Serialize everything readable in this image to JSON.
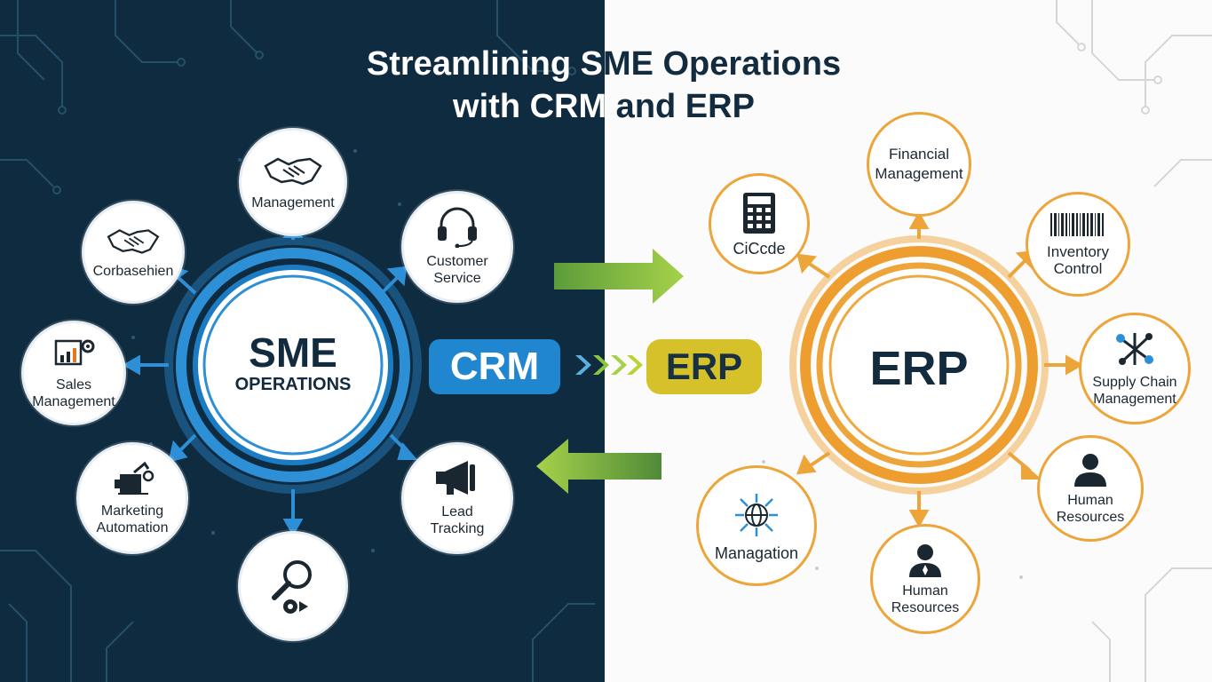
{
  "title": {
    "line1": "Streamlining SME Operations",
    "line2": "with CRM and ERP"
  },
  "crm_hub": {
    "title": "SME",
    "subtitle": "OPERATIONS"
  },
  "erp_hub": {
    "title": "ERP"
  },
  "crm_pill": "CRM",
  "erp_pill": "ERP",
  "crm_nodes": [
    {
      "label": "Management",
      "icon": "handshake-icon"
    },
    {
      "label": "Customer\nService",
      "icon": "headset-icon"
    },
    {
      "label": "Lead\nTracking",
      "icon": "megaphone-icon"
    },
    {
      "label": "",
      "icon": "magnifier-icon"
    },
    {
      "label": "Marketing\nAutomation",
      "icon": "marketing-icon"
    },
    {
      "label": "Sales\nManagement",
      "icon": "chart-icon"
    },
    {
      "label": "Corbasehien",
      "icon": "handshake-icon"
    }
  ],
  "erp_nodes": [
    {
      "label": "Financial\nManagement",
      "icon": ""
    },
    {
      "label": "Inventory\nControl",
      "icon": "barcode-icon"
    },
    {
      "label": "Supply Chain\nManagement",
      "icon": "network-icon"
    },
    {
      "label": "Human Resources",
      "icon": "person-icon"
    },
    {
      "label": "Human\nResources",
      "icon": "person-icon"
    },
    {
      "label": "Managation",
      "icon": "globe-icon"
    },
    {
      "label": "CiCcde",
      "icon": "calculator-icon"
    }
  ],
  "colors": {
    "navy": "#0f2b40",
    "blue": "#2d8fd6",
    "orange": "#eda53a",
    "green": "#8cc63f",
    "yellow": "#d8c21f"
  }
}
